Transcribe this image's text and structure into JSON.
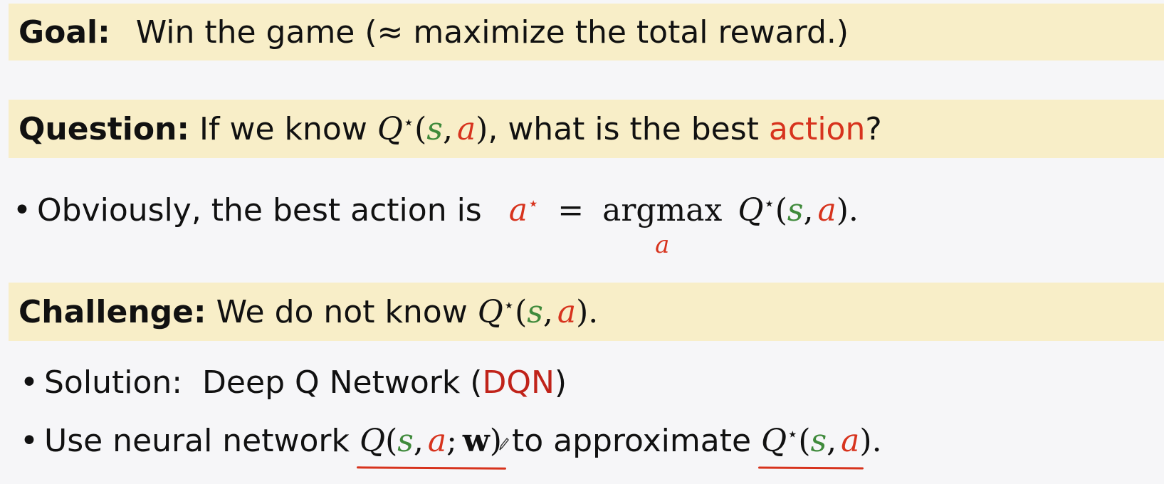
{
  "goal": {
    "label": "Goal:",
    "text": "Win the game (≈ maximize the total reward.)"
  },
  "question": {
    "label": "Question:",
    "pre": "If we know",
    "q": "Q",
    "star": "⋆",
    "open": "(",
    "s": "s",
    "comma": ",",
    "a": "a",
    "close": ")",
    "mid": ", what is the best",
    "action": "action",
    "end": "?"
  },
  "bullet1": {
    "dot": "•",
    "text": "Obviously, the best action is",
    "a": "a",
    "star": "⋆",
    "eq": "=",
    "argmax": "argmax",
    "sub": "a",
    "q": "Q",
    "open": "(",
    "s": "s",
    "comma": ",",
    "a2": "a",
    "close": ").",
    "period": ""
  },
  "challenge": {
    "label": "Challenge:",
    "text": "We do not know",
    "q": "Q",
    "star": "⋆",
    "open": "(",
    "s": "s",
    "comma": ",",
    "a": "a",
    "close": ")."
  },
  "bullet2": {
    "dot": "•",
    "text": "Solution:  Deep Q Network (",
    "dqn": "DQN",
    "close": ")"
  },
  "bullet3": {
    "dot": "•",
    "text": "Use neural network",
    "q": "Q",
    "open": "(",
    "s": "s",
    "comma": ",",
    "a": "a",
    "semi": ";",
    "w": "w",
    "close": ")",
    "mid": "to approximate",
    "q2": "Q",
    "star": "⋆",
    "open2": "(",
    "s2": "s",
    "comma2": ",",
    "a2": "a",
    "close2": ")."
  },
  "colors": {
    "band": "#f8eec8",
    "green": "#3f8a3b",
    "red": "#d7331d"
  }
}
